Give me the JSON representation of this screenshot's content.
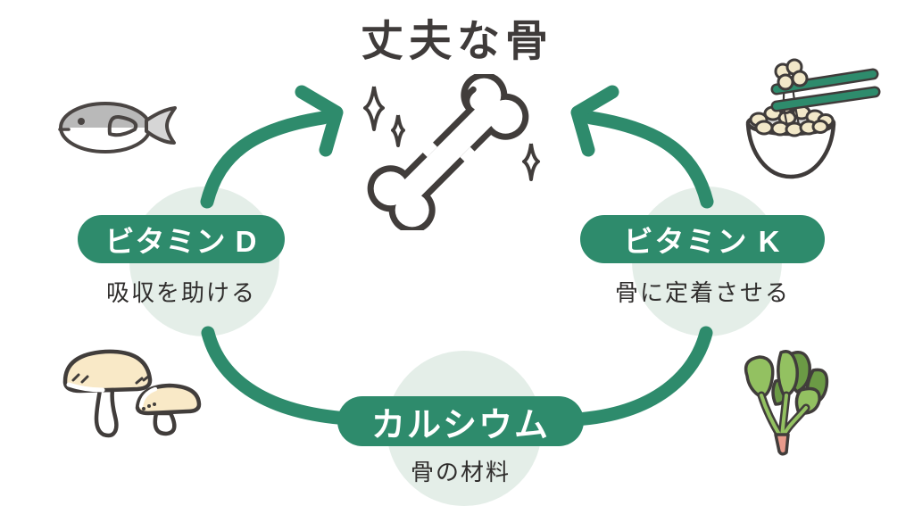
{
  "title": "丈夫な骨",
  "colors": {
    "accent_green": "#2e8b6c",
    "halo_green": "#e4eee8",
    "ink": "#413d3b",
    "mushroom_cream": "#f9e9c7",
    "bean_cream": "#f2e8c9",
    "leaf_light": "#93c161",
    "leaf_dark": "#6b9a45",
    "spinach_root_pink": "#e89a8b",
    "fish_gray": "#b9b9b9"
  },
  "center": {
    "icon": "bone-icon",
    "decoration": "sparkle-icons"
  },
  "nodes": {
    "vitamin_d": {
      "label": "ビタミン D",
      "description": "吸収を助ける",
      "icon": "fish-icon"
    },
    "vitamin_k": {
      "label": "ビタミン K",
      "description": "骨に定着させる",
      "icon": "natto-bowl-icon"
    },
    "calcium": {
      "label": "カルシウム",
      "description": "骨の材料",
      "icons": [
        "mushroom-icon",
        "spinach-icon"
      ]
    }
  },
  "relations": [
    "vitamin_d -> bone (curved arrow up-right)",
    "vitamin_k -> bone (curved arrow up-left)",
    "vitamin_d - calcium - vitamin_k (bottom connecting curve)"
  ]
}
